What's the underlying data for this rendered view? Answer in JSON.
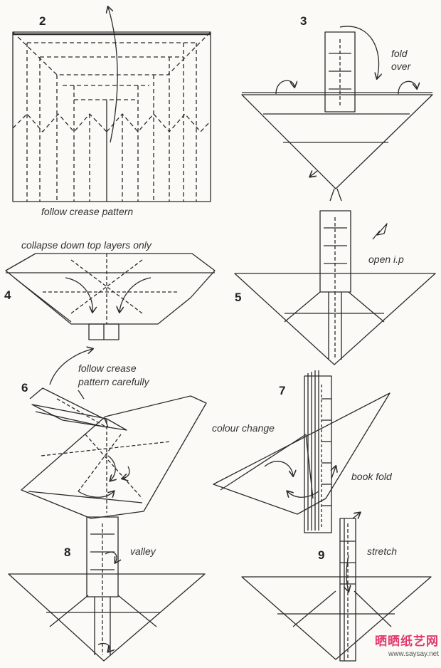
{
  "steps": [
    {
      "number": "2",
      "caption": "follow crease pattern"
    },
    {
      "number": "3",
      "caption": "fold\nover"
    },
    {
      "number": "4",
      "caption": "collapse down top layers only"
    },
    {
      "number": "5",
      "caption": "open i.p"
    },
    {
      "number": "6",
      "caption": "follow crease\npattern carefully"
    },
    {
      "number": "7",
      "caption": "colour change",
      "caption2": "book fold"
    },
    {
      "number": "8",
      "caption": "valley"
    },
    {
      "number": "9",
      "caption": "stretch"
    }
  ],
  "watermark": {
    "text": "晒晒纸艺网",
    "url": "www.saysay.net"
  }
}
